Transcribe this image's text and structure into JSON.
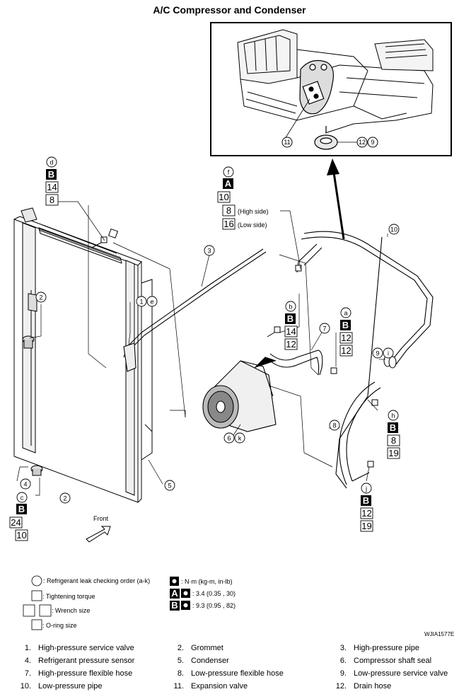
{
  "title": "A/C Compressor and Condenser",
  "image_code": "WJIA1577E",
  "front_label": "Front",
  "callouts": {
    "d": {
      "letter": "d",
      "torque_box": "B",
      "torque": "14",
      "oring": "8"
    },
    "f": {
      "letter": "f",
      "torque_box": "A",
      "torque": "10",
      "oring_high": "8",
      "high_side": "(High side)",
      "oring_low": "16",
      "low_side": "(Low side)"
    },
    "b": {
      "letter": "b",
      "torque_box": "B",
      "torque": "14",
      "oring": "12"
    },
    "a": {
      "letter": "a",
      "torque_box": "B",
      "torque": "12",
      "oring": "12"
    },
    "h": {
      "letter": "h",
      "torque_box": "B",
      "torque": "8",
      "oring": "19"
    },
    "j": {
      "letter": "j",
      "torque_box": "B",
      "torque": "12",
      "oring": "19"
    },
    "c": {
      "letter": "c",
      "torque_box": "B",
      "torque": "24",
      "oring": "10"
    },
    "e": "e",
    "i": "i",
    "k": "k"
  },
  "part_markers": [
    "1",
    "2",
    "3",
    "4",
    "5",
    "6",
    "7",
    "8",
    "9",
    "10",
    "11",
    "12"
  ],
  "legend": {
    "leak_order": ": Refrigerant leak checking order (a-k)",
    "tightening": ": Tightening torque",
    "wrench": ": Wrench size",
    "oring": ": O-ring size",
    "unit": ": N·m (kg-m, in-lb)",
    "a_letter": "A",
    "a_value": ": 3.4 (0.35 , 30)",
    "b_letter": "B",
    "b_value": ": 9.3 (0.95 , 82)"
  },
  "parts": [
    {
      "num": "1.",
      "name": "High-pressure service valve"
    },
    {
      "num": "2.",
      "name": "Grommet"
    },
    {
      "num": "3.",
      "name": "High-pressure pipe"
    },
    {
      "num": "4.",
      "name": "Refrigerant pressure sensor"
    },
    {
      "num": "5.",
      "name": "Condenser"
    },
    {
      "num": "6.",
      "name": "Compressor shaft seal"
    },
    {
      "num": "7.",
      "name": "High-pressure flexible hose"
    },
    {
      "num": "8.",
      "name": "Low-pressure flexible hose"
    },
    {
      "num": "9.",
      "name": "Low-pressure service valve"
    },
    {
      "num": "10.",
      "name": "Low-pressure pipe"
    },
    {
      "num": "11.",
      "name": "Expansion valve"
    },
    {
      "num": "12.",
      "name": "Drain hose"
    }
  ]
}
